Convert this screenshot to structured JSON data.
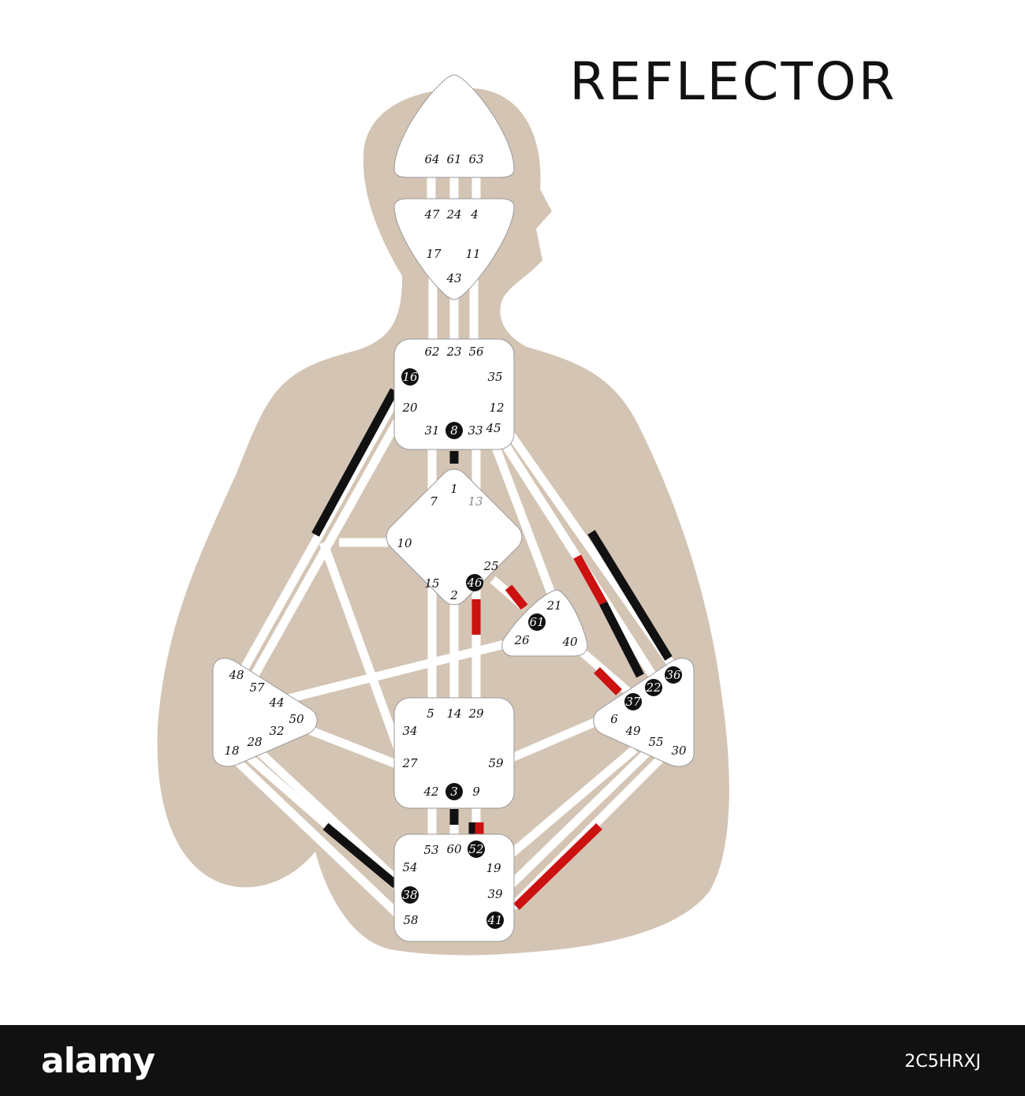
{
  "title": "REFLECTOR",
  "colors": {
    "silhouette": "#d4c4b4",
    "center_fill": "#ffffff",
    "channel_white": "#ffffff",
    "black": "#111111",
    "red": "#cc1111",
    "gate_text": "#111111",
    "gate_faded": "#888888"
  },
  "centers": [
    {
      "id": "head",
      "gates": [
        "64",
        "61",
        "63"
      ],
      "active": []
    },
    {
      "id": "ajna",
      "gates": [
        "47",
        "24",
        "4",
        "17",
        "11",
        "43"
      ],
      "active": []
    },
    {
      "id": "throat",
      "gates": [
        "62",
        "23",
        "56",
        "16",
        "35",
        "20",
        "12",
        "31",
        "8",
        "33",
        "45"
      ],
      "active": [
        "16",
        "8"
      ]
    },
    {
      "id": "g",
      "gates": [
        "1",
        "7",
        "13",
        "10",
        "25",
        "15",
        "46",
        "2"
      ],
      "active": [
        "46"
      ]
    },
    {
      "id": "ego",
      "gates": [
        "21",
        "61",
        "26",
        "40"
      ],
      "active": [
        "61"
      ]
    },
    {
      "id": "spleen",
      "gates": [
        "48",
        "57",
        "44",
        "50",
        "32",
        "28",
        "18"
      ],
      "active": []
    },
    {
      "id": "solar-plexus",
      "gates": [
        "36",
        "22",
        "37",
        "6",
        "49",
        "55",
        "30"
      ],
      "active": [
        "36",
        "22",
        "37"
      ]
    },
    {
      "id": "sacral",
      "gates": [
        "5",
        "14",
        "29",
        "34",
        "27",
        "59",
        "42",
        "3",
        "9"
      ],
      "active": [
        "3"
      ]
    },
    {
      "id": "root",
      "gates": [
        "53",
        "60",
        "52",
        "54",
        "19",
        "38",
        "39",
        "58",
        "41"
      ],
      "active": [
        "52",
        "38",
        "41"
      ]
    }
  ],
  "footer": {
    "brand": "alamy",
    "image_id": "2C5HRXJ"
  }
}
